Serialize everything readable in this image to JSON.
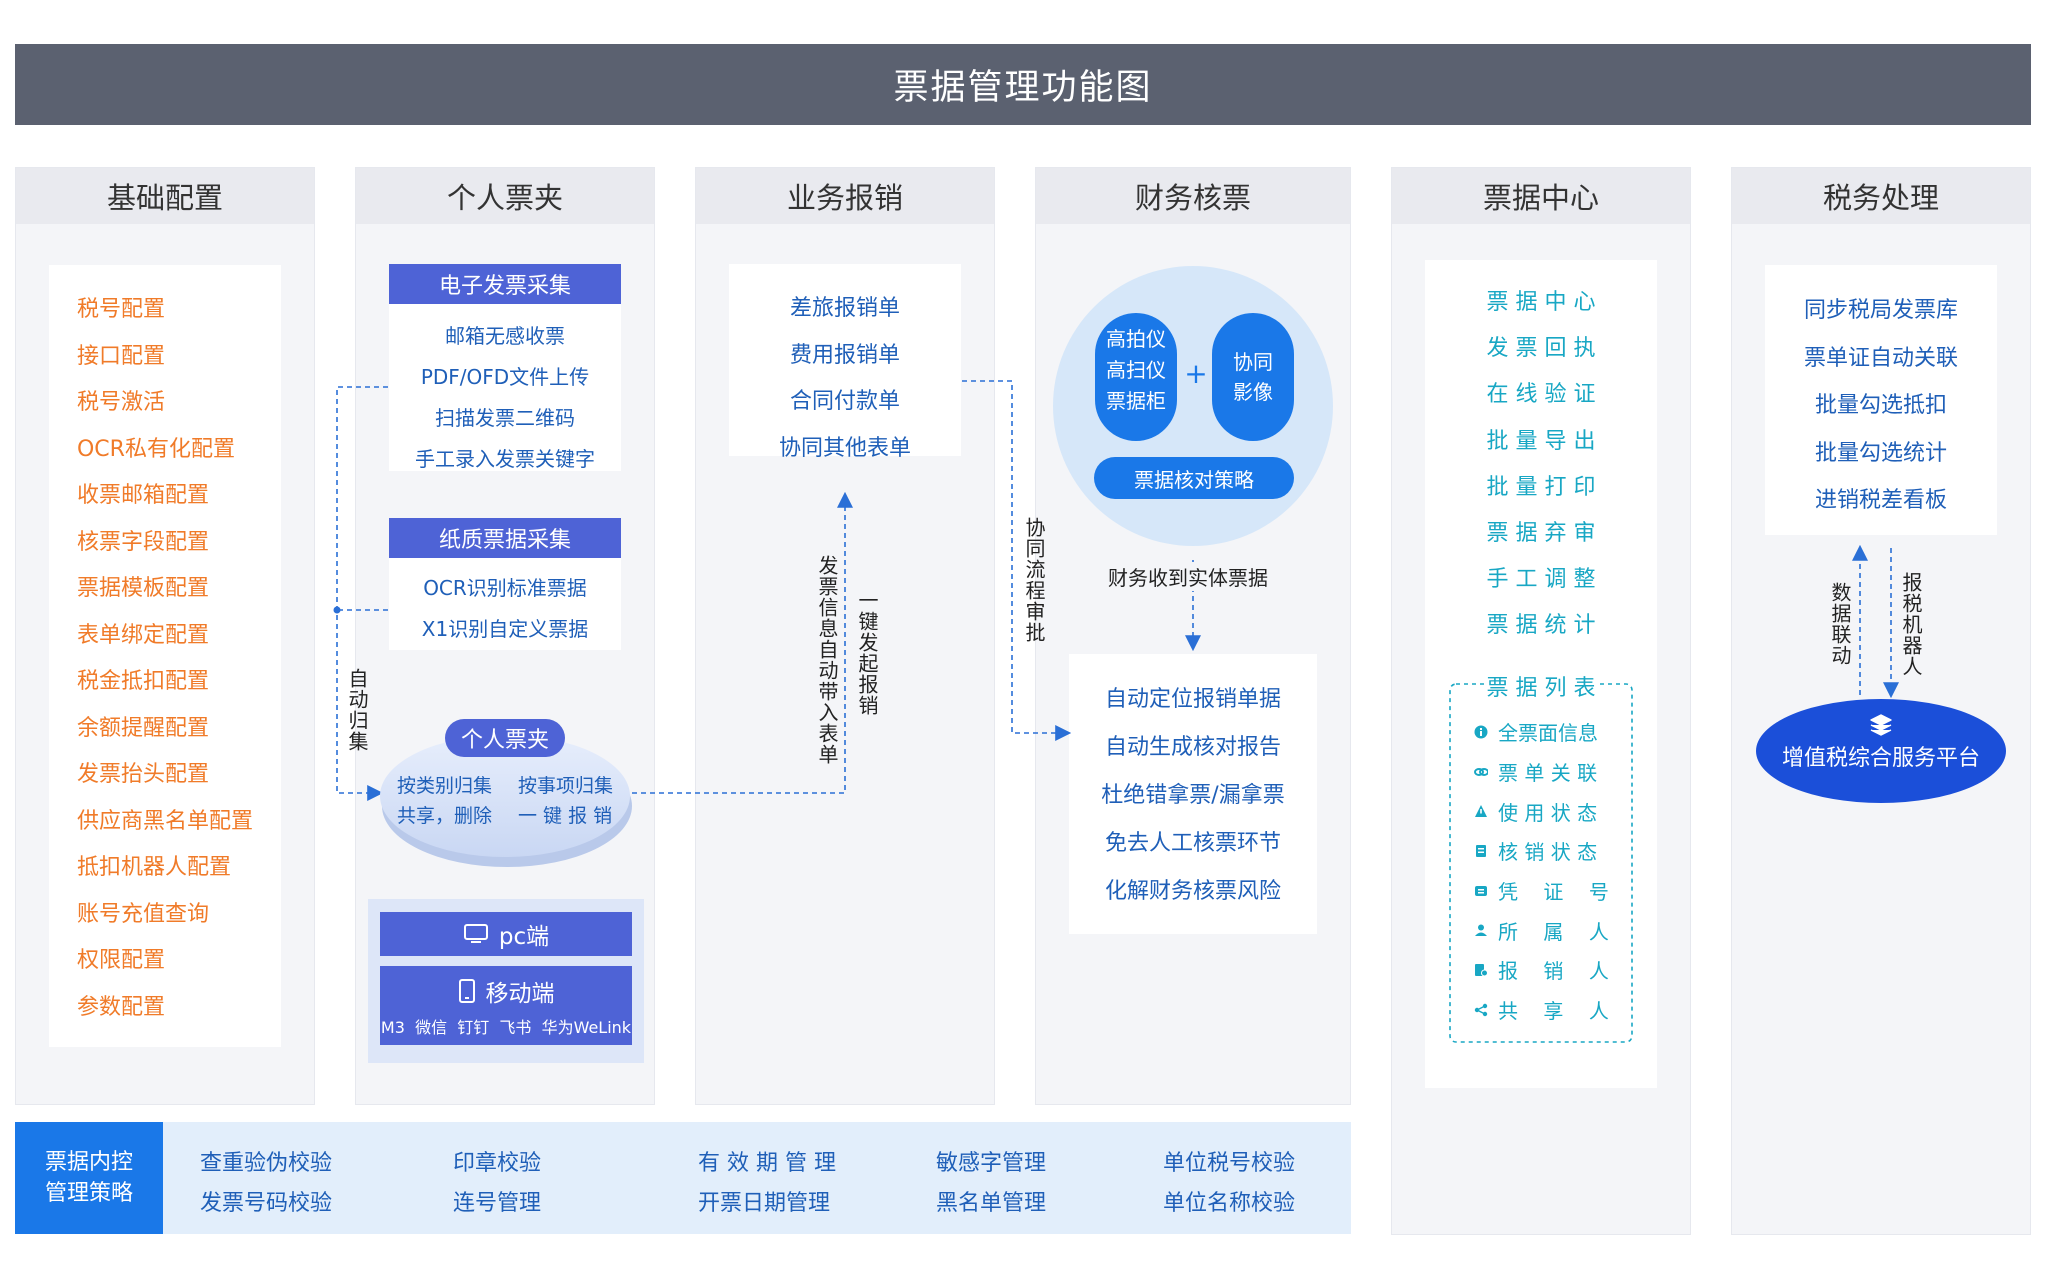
{
  "title": "票据管理功能图",
  "columns": {
    "basic": {
      "title": "基础配置",
      "items": [
        "税号配置",
        "接口配置",
        "税号激活",
        "OCR私有化配置",
        "收票邮箱配置",
        "核票字段配置",
        "票据模板配置",
        "表单绑定配置",
        "税金抵扣配置",
        "余额提醒配置",
        "发票抬头配置",
        "供应商黑名单配置",
        "抵扣机器人配置",
        "账号充值查询",
        "权限配置",
        "参数配置"
      ]
    },
    "personal": {
      "title": "个人票夹",
      "e_header": "电子发票采集",
      "e_items": [
        "邮箱无感收票",
        "PDF/OFD文件上传",
        "扫描发票二维码",
        "手工录入发票关键字"
      ],
      "p_header": "纸质票据采集",
      "p_items": [
        "OCR识别标准票据",
        "X1识别自定义票据"
      ],
      "folder_label": "个人票夹",
      "folder_left1": "按类别归集",
      "folder_left2": "共享，删除",
      "folder_right1": "按事项归集",
      "folder_right2": "一 键 报 销",
      "auto_collect": "自动归集",
      "pc": "pc端",
      "mobile": "移动端",
      "mobile_sub": "M3  微信  钉钉  飞书  华为WeLink"
    },
    "business": {
      "title": "业务报销",
      "items": [
        "差旅报销单",
        "费用报销单",
        "合同付款单",
        "协同其他表单"
      ],
      "flow1": "发票信息自动带入表单",
      "flow2": "一键发起报销"
    },
    "finance": {
      "title": "财务核票",
      "device_lines": [
        "高拍仪",
        "高扫仪",
        "票据柜"
      ],
      "plus": "+",
      "collab": [
        "协同",
        "影像"
      ],
      "strategy": "票据核对策略",
      "receive": "财务收到实体票据",
      "collab_flow": "协同流程审批",
      "items": [
        "自动定位报销单据",
        "自动生成核对报告",
        "杜绝错拿票/漏拿票",
        "免去人工核票环节",
        "化解财务核票风险"
      ]
    },
    "center": {
      "title": "票据中心",
      "items": [
        "票 据 中 心",
        "发 票 回 执",
        "在 线 验 证",
        "批 量 导 出",
        "批 量 打 印",
        "票 据 弃 审",
        "手 工 调 整",
        "票 据 统 计"
      ],
      "list_title": "票 据 列 表",
      "list_items": [
        {
          "icon": "info-icon",
          "label": "全票面信息"
        },
        {
          "icon": "link-icon",
          "label": "票 单 关 联"
        },
        {
          "icon": "warning-icon",
          "label": "使 用 状 态"
        },
        {
          "icon": "document-icon",
          "label": "核 销 状 态"
        },
        {
          "icon": "voucher-icon",
          "label": "凭    证    号"
        },
        {
          "icon": "user-icon",
          "label": "所    属    人"
        },
        {
          "icon": "reimburse-icon",
          "label": "报    销    人"
        },
        {
          "icon": "share-icon",
          "label": "共    享    人"
        }
      ]
    },
    "tax": {
      "title": "税务处理",
      "items": [
        "同步税局发票库",
        "票单证自动关联",
        "批量勾选抵扣",
        "批量勾选统计",
        "进销税差看板"
      ],
      "data_link": "数据联动",
      "robot": "报税机器人",
      "platform": "增值税综合服务平台"
    }
  },
  "strategy_bar": {
    "label": "票据内控管理策略",
    "label_lines": [
      "票据内控",
      "管理策略"
    ],
    "items": [
      [
        "查重验伪校验",
        "发票号码校验"
      ],
      [
        "印章校验",
        "连号管理"
      ],
      [
        "有 效 期 管 理",
        "开票日期管理"
      ],
      [
        "敏感字管理",
        "黑名单管理"
      ],
      [
        "单位税号校验",
        "单位名称校验"
      ]
    ]
  },
  "colors": {
    "banner": "#5b6170",
    "orange": "#f07b29",
    "blue": "#1f5fb8",
    "teal": "#18a7c4",
    "indigo": "#4e63d6",
    "bright_blue": "#1a78e8"
  }
}
